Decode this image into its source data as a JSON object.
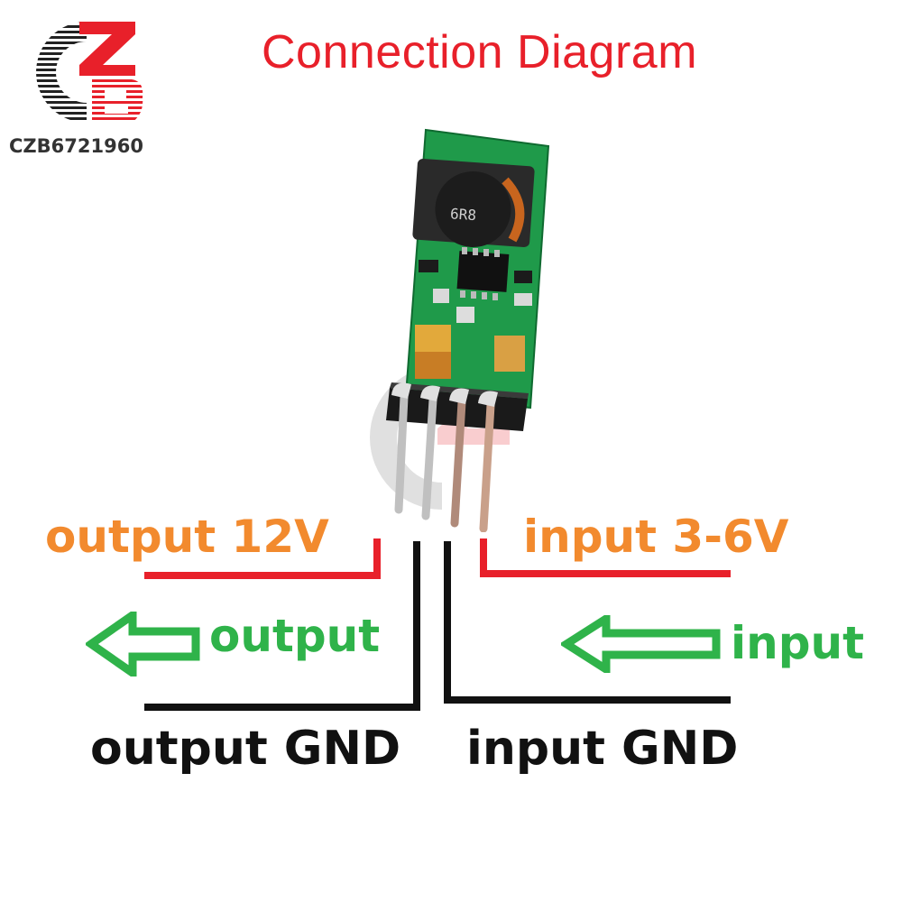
{
  "title": "Connection Diagram",
  "logo": {
    "text": "CZB6721960"
  },
  "module": {
    "inductor_marking": "6R8"
  },
  "labels": {
    "output_voltage": "output 12V",
    "input_voltage": "input 3-6V",
    "output_arrow": "output",
    "input_arrow": "input",
    "output_gnd": "output GND",
    "input_gnd": "input GND"
  },
  "colors": {
    "title": "#e8202a",
    "voltage_label": "#f28a2e",
    "arrow_label": "#2fb34a",
    "gnd_label": "#111111",
    "red_wire": "#e8202a",
    "black_wire": "#111111",
    "pcb": "#1f9a4a"
  },
  "icons": [
    "logo-czb-icon",
    "left-arrow-icon",
    "left-arrow-icon",
    "watermark-logo-icon"
  ]
}
